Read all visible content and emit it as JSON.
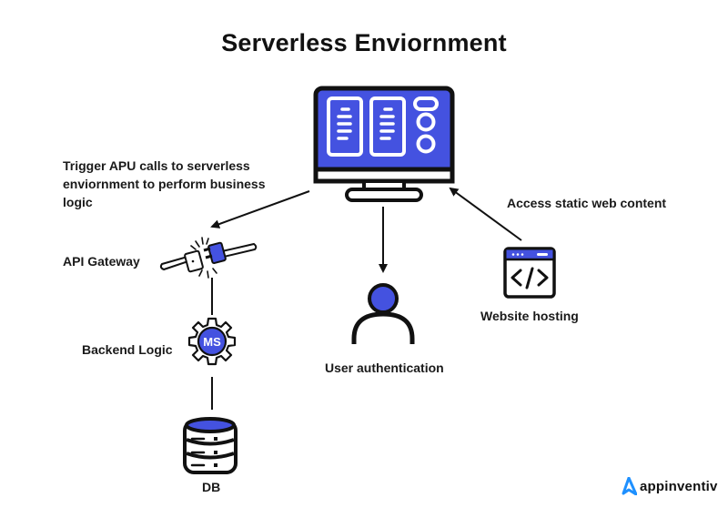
{
  "title": "Serverless Enviornment",
  "colors": {
    "accent": "#4452e0",
    "stroke": "#111111",
    "logo": "#1e90ff"
  },
  "labels": {
    "trigger": "Trigger APU calls to serverless enviornment to perform business logic",
    "api_gateway": "API Gateway",
    "backend_logic": "Backend Logic",
    "backend_badge": "MS",
    "db": "DB",
    "user_auth": "User authentication",
    "website_hosting": "Website hosting",
    "access_static": "Access static web content"
  },
  "brand": {
    "name": "appinventiv"
  },
  "nodes": [
    {
      "id": "serverless",
      "icon": "monitor-icon"
    },
    {
      "id": "api_gateway",
      "icon": "plug-icon"
    },
    {
      "id": "backend_logic",
      "icon": "gear-icon"
    },
    {
      "id": "db",
      "icon": "database-icon"
    },
    {
      "id": "user_auth",
      "icon": "user-icon"
    },
    {
      "id": "website_hosting",
      "icon": "code-window-icon"
    }
  ],
  "edges": [
    {
      "from": "serverless",
      "to": "api_gateway",
      "arrow": true
    },
    {
      "from": "serverless",
      "to": "user_auth",
      "arrow": true
    },
    {
      "from": "website_hosting",
      "to": "serverless",
      "arrow": true
    },
    {
      "from": "api_gateway",
      "to": "backend_logic",
      "arrow": false
    },
    {
      "from": "backend_logic",
      "to": "db",
      "arrow": false
    }
  ]
}
